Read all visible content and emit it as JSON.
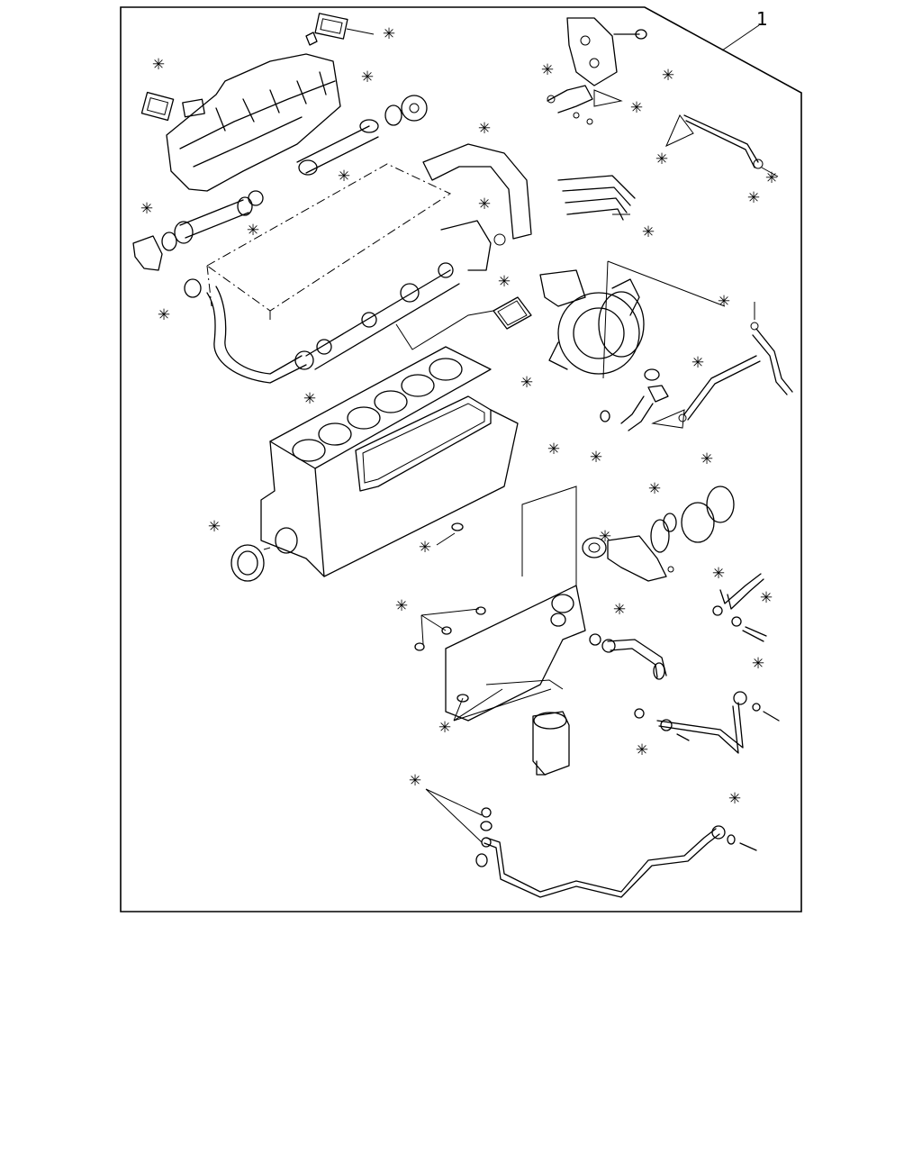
{
  "diagram": {
    "callout_number": "1",
    "kit_marker": "✳",
    "markers": [
      {
        "id": "m1"
      },
      {
        "id": "m2"
      },
      {
        "id": "m3"
      },
      {
        "id": "m4"
      },
      {
        "id": "m5"
      },
      {
        "id": "m6"
      },
      {
        "id": "m7"
      },
      {
        "id": "m8"
      },
      {
        "id": "m9"
      },
      {
        "id": "m10"
      },
      {
        "id": "m11"
      },
      {
        "id": "m12"
      },
      {
        "id": "m13"
      },
      {
        "id": "m14"
      },
      {
        "id": "m15"
      },
      {
        "id": "m16"
      },
      {
        "id": "m17"
      },
      {
        "id": "m18"
      },
      {
        "id": "m19"
      },
      {
        "id": "m20"
      },
      {
        "id": "m21"
      },
      {
        "id": "m22"
      },
      {
        "id": "m23"
      },
      {
        "id": "m24"
      },
      {
        "id": "m25"
      },
      {
        "id": "m26"
      },
      {
        "id": "m27"
      },
      {
        "id": "m28"
      },
      {
        "id": "m29"
      },
      {
        "id": "m30"
      },
      {
        "id": "m31"
      },
      {
        "id": "m32"
      },
      {
        "id": "m33"
      },
      {
        "id": "m34"
      },
      {
        "id": "m35"
      },
      {
        "id": "m36"
      },
      {
        "id": "m37"
      }
    ]
  }
}
